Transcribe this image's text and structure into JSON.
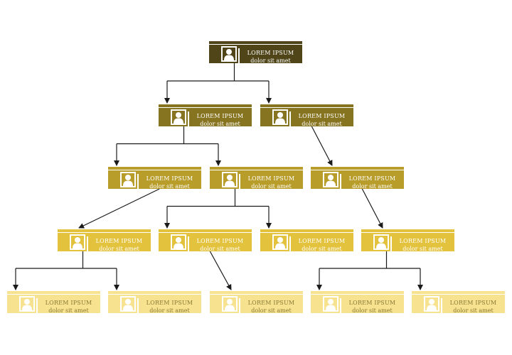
{
  "palette": {
    "level1": {
      "fill": "#4f4519",
      "text": "#ffffff"
    },
    "level2": {
      "fill": "#877420",
      "text": "#ffffff"
    },
    "level3": {
      "fill": "#b89d2a",
      "text": "#ffffff"
    },
    "level4": {
      "fill": "#e3c23e",
      "text": "#ffffff"
    },
    "level5": {
      "fill": "#f6e28f",
      "text": "#8a7a35"
    },
    "connector": "#1a1a1a"
  },
  "avatar_icon": "person-icon",
  "nodes": [
    {
      "id": "n1",
      "level": 1,
      "title": "LOREM IPSUM",
      "subtitle": "dolor sit amet"
    },
    {
      "id": "n2",
      "level": 2,
      "title": "LOREM IPSUM",
      "subtitle": "dolor sit amet"
    },
    {
      "id": "n3",
      "level": 2,
      "title": "LOREM IPSUM",
      "subtitle": "dolor sit amet"
    },
    {
      "id": "n4",
      "level": 3,
      "title": "LOREM IPSUM",
      "subtitle": "dolor sit amet"
    },
    {
      "id": "n5",
      "level": 3,
      "title": "LOREM IPSUM",
      "subtitle": "dolor sit amet"
    },
    {
      "id": "n6",
      "level": 3,
      "title": "LOREM IPSUM",
      "subtitle": "dolor sit amet"
    },
    {
      "id": "n7",
      "level": 4,
      "title": "LOREM IPSUM",
      "subtitle": "dolor sit amet"
    },
    {
      "id": "n8",
      "level": 4,
      "title": "LOREM IPSUM",
      "subtitle": "dolor sit amet"
    },
    {
      "id": "n9",
      "level": 4,
      "title": "LOREM IPSUM",
      "subtitle": "dolor sit amet"
    },
    {
      "id": "n10",
      "level": 4,
      "title": "LOREM IPSUM",
      "subtitle": "dolor sit amet"
    },
    {
      "id": "n11",
      "level": 5,
      "title": "LOREM IPSUM",
      "subtitle": "dolor sit amet"
    },
    {
      "id": "n12",
      "level": 5,
      "title": "LOREM IPSUM",
      "subtitle": "dolor sit amet"
    },
    {
      "id": "n13",
      "level": 5,
      "title": "LOREM IPSUM",
      "subtitle": "dolor sit amet"
    },
    {
      "id": "n14",
      "level": 5,
      "title": "LOREM IPSUM",
      "subtitle": "dolor sit amet"
    },
    {
      "id": "n15",
      "level": 5,
      "title": "LOREM IPSUM",
      "subtitle": "dolor sit amet"
    }
  ],
  "edges": [
    {
      "from": "n1",
      "to": [
        "n2",
        "n3"
      ],
      "style": "bracket"
    },
    {
      "from": "n2",
      "to": [
        "n4",
        "n5"
      ],
      "style": "bracket"
    },
    {
      "from": "n3",
      "to": [
        "n6"
      ],
      "style": "diagonal"
    },
    {
      "from": "n4",
      "to": [
        "n7"
      ],
      "style": "diagonal"
    },
    {
      "from": "n5",
      "to": [
        "n8",
        "n9"
      ],
      "style": "bracket"
    },
    {
      "from": "n6",
      "to": [
        "n10"
      ],
      "style": "diagonal"
    },
    {
      "from": "n7",
      "to": [
        "n11",
        "n12"
      ],
      "style": "bracket"
    },
    {
      "from": "n8",
      "to": [
        "n13"
      ],
      "style": "diagonal"
    },
    {
      "from": "n10",
      "to": [
        "n14",
        "n15"
      ],
      "style": "bracket"
    }
  ]
}
